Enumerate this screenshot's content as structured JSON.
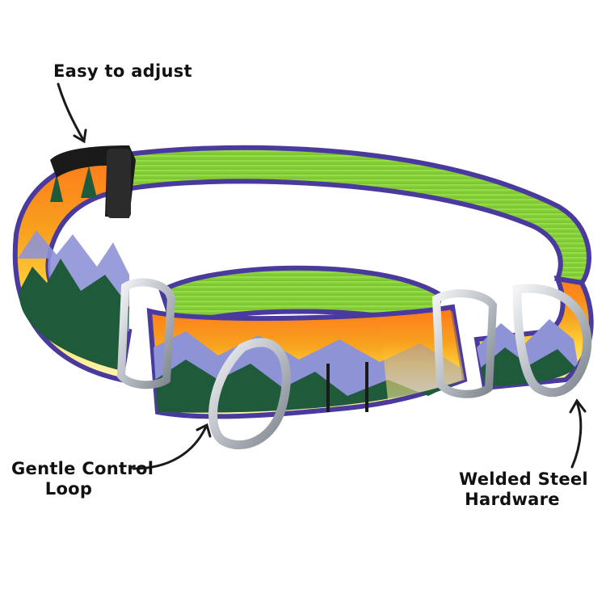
{
  "callouts": {
    "adjust": {
      "line1": "Easy to adjust"
    },
    "loop": {
      "line1": "Gentle Control",
      "line2": "Loop"
    },
    "steel": {
      "line1": "Welded Steel",
      "line2": "Hardware"
    }
  },
  "colors": {
    "background": "#ffffff",
    "lime": "#8fd33a",
    "lime_dark": "#6fb52a",
    "purple_edge": "#4a3a9e",
    "sunset_orange": "#f7a21f",
    "sunset_yellow": "#ffd23a",
    "mountain": "#8e93d6",
    "forest": "#1f5a3a",
    "steel": "#c9cdd2",
    "steel_dark": "#8a9098",
    "buckle": "#1a1a1a",
    "text": "#111111"
  },
  "icons": {
    "adjust_arrow": "curved-arrow-down-icon",
    "loop_arrow": "curved-arrow-up-icon",
    "steel_arrow": "curved-arrow-up-icon"
  }
}
